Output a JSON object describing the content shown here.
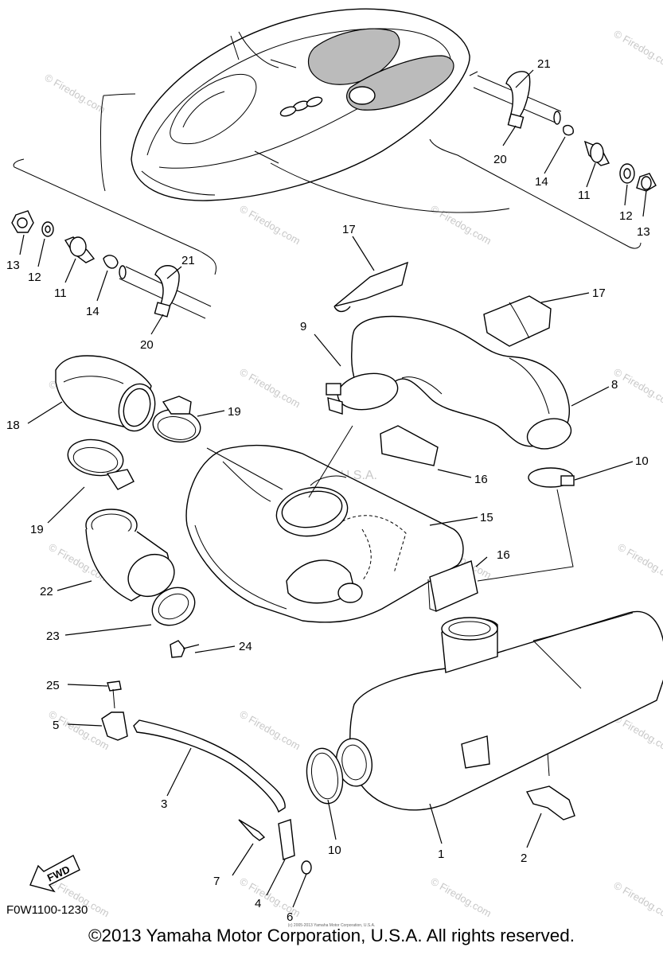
{
  "watermarks": {
    "center_main": "Yamaha Motor Corp, U.S.A.",
    "firedog_center": "© Firedog.com",
    "firedog_repeat": "© Firedog.com"
  },
  "callouts": {
    "c1": "1",
    "c2": "2",
    "c3": "3",
    "c4": "4",
    "c5": "5",
    "c6": "6",
    "c7": "7",
    "c8": "8",
    "c9": "9",
    "c10a": "10",
    "c10b": "10",
    "c11a": "11",
    "c11b": "11",
    "c12a": "12",
    "c12b": "12",
    "c13a": "13",
    "c13b": "13",
    "c14a": "14",
    "c14b": "14",
    "c15": "15",
    "c16a": "16",
    "c16b": "16",
    "c17a": "17",
    "c17b": "17",
    "c18": "18",
    "c19a": "19",
    "c19b": "19",
    "c20a": "20",
    "c20b": "20",
    "c21a": "21",
    "c21b": "21",
    "c22": "22",
    "c23": "23",
    "c24": "24",
    "c25": "25"
  },
  "fwd_label": "FWD",
  "diagram_ref": "F0W1100-1230",
  "small_note": "(c) 2005-2013 Yamaha Motor Corporation, U.S.A.",
  "copyright": "©2013 Yamaha Motor Corporation, U.S.A. All rights reserved."
}
